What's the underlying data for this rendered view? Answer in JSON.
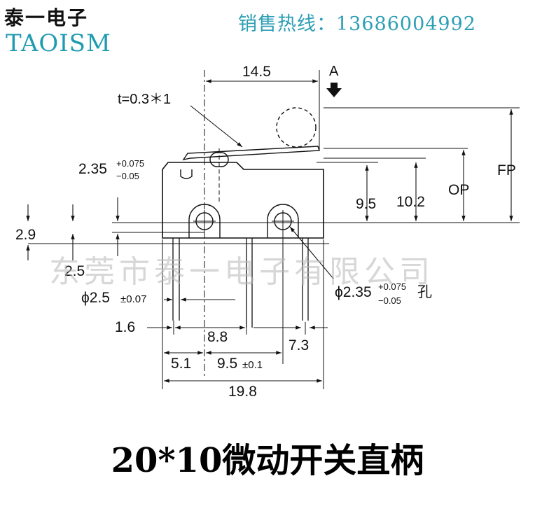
{
  "header": {
    "brand_cn": "泰一电子",
    "brand_en": "TAOISM",
    "hotline": "销售热线：13686004992"
  },
  "watermark": "东莞市泰一电子有限公司",
  "caption": "20*10微动开关直柄",
  "drawing": {
    "view_label": "A",
    "thickness": "t=0.3＊1",
    "length_14_5": "14.5",
    "dim_2_35": "2.35",
    "tol_2_35_upper": "+0.075",
    "tol_2_35_lower": "−0.05",
    "dim_9_5_height": "9.5",
    "dim_10_2": "10.2",
    "op": "OP",
    "fp": "FP",
    "dim_2_9": "2.9",
    "dim_2_5": "2.5",
    "hole_prefix": "ϕ2.35",
    "hole_tol_upper": "+0.075",
    "hole_tol_lower": "−0.05",
    "hole_suffix": "孔",
    "pin_dia": "ϕ2.5",
    "pin_tol": "±0.07",
    "dim_1_6": "1.6",
    "dim_8_8": "8.8",
    "dim_7_3": "7.3",
    "dim_5_1": "5.1",
    "dim_9_5_pitch": "9.5",
    "pitch_tol": "±0.1",
    "dim_19_8": "19.8"
  }
}
